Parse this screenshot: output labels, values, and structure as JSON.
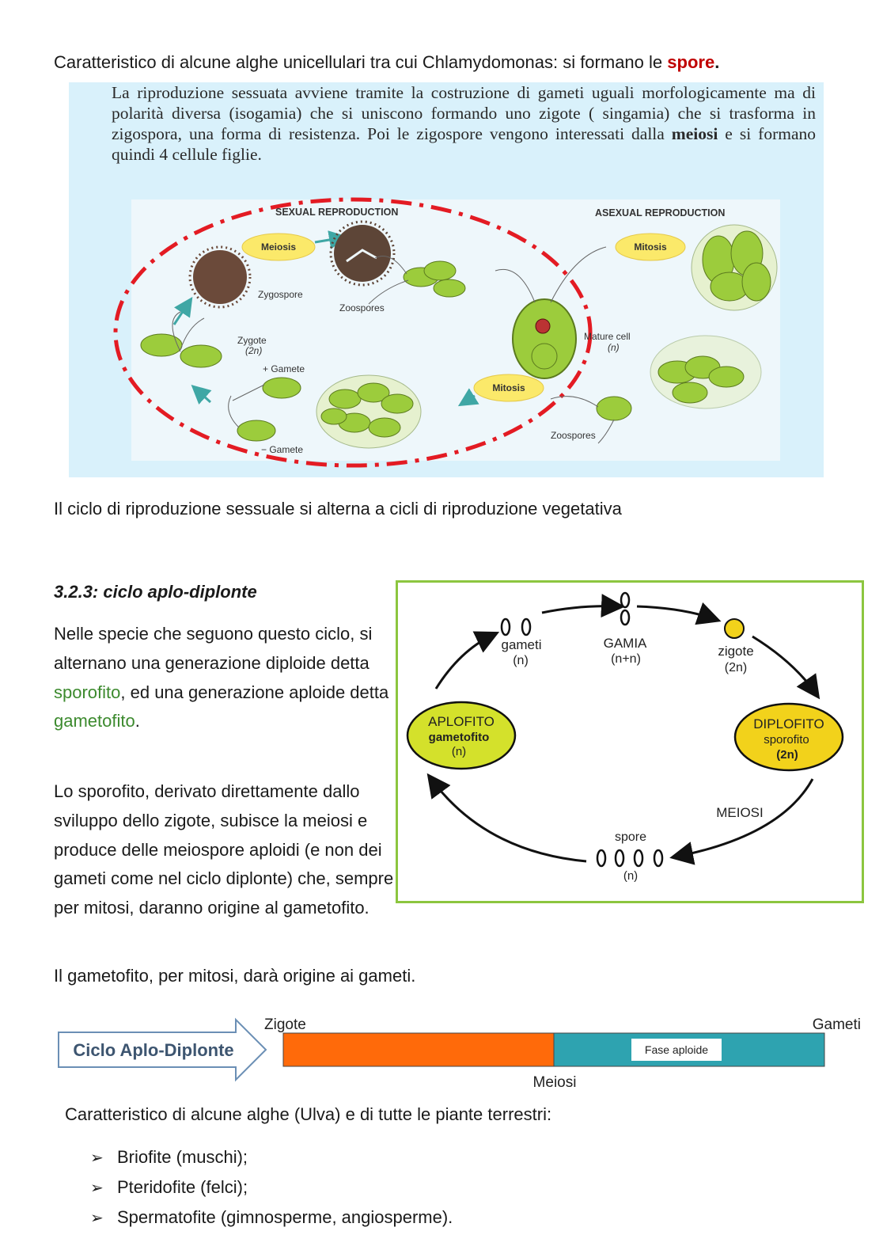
{
  "intro": {
    "prefix": "Caratteristico di alcune alghe unicellulari tra cui Chlamydomonas: si formano le ",
    "highlight": "spore",
    "suffix": "."
  },
  "chlamy": {
    "text_parts": [
      "La riproduzione sessuata avviene tramite la costruzione di gameti uguali morfologicamente ma di polarità diversa (isogamia) che si uniscono formando uno zigote ( singamia) che si trasforma in zigospora, una forma di resistenza. Poi le zigospore vengono interessati dalla ",
      "meiosi",
      " e si formano quindi 4 cellule figlie."
    ],
    "labels": {
      "sexual": "SEXUAL REPRODUCTION",
      "asexual": "ASEXUAL REPRODUCTION",
      "meiosis": "Meiosis",
      "mitosis_top": "Mitosis",
      "mitosis_bottom": "Mitosis",
      "zygospore": "Zygospore",
      "zoospores_left": "Zoospores",
      "zoospores_right": "Zoospores",
      "zygote": "Zygote",
      "zygote_ploidy": "(2n)",
      "plus_gamete": "+ Gamete",
      "minus_gamete": "− Gamete",
      "mature_cell": "Mature cell",
      "mature_ploidy": "(n)"
    },
    "colors": {
      "dash_ring": "#e31b23",
      "cell": "#9ccc3c",
      "bubble": "#fbe96a",
      "background": "#d9f1fb"
    }
  },
  "para2": "Il ciclo di riproduzione sessuale si alterna a cicli di riproduzione vegetativa",
  "section": {
    "title": "3.2.3: ciclo aplo-diplonte",
    "p1_parts": [
      "Nelle specie che seguono questo ciclo, si alternano una generazione diploide detta ",
      "sporofito",
      ", ed una generazione aploide detta ",
      "gametofito",
      "."
    ],
    "p2": "Lo sporofito, derivato direttamente dallo sviluppo dello zigote, subisce la meiosi e produce delle meiospore aploidi (e non dei gameti come nel ciclo diplonte) che, sempre per mitosi, daranno origine al gametofito.",
    "p3": "Il gametofito, per mitosi, darà origine ai gameti."
  },
  "cycle": {
    "gameti": "gameti",
    "gameti_ploidy": "(n)",
    "gamia": "GAMIA",
    "gamia_ploidy": "(n+n)",
    "zigote": "zigote",
    "zigote_ploidy": "(2n)",
    "aplofito": "APLOFITO",
    "aplofito_sub": "gametofito",
    "aplofito_ploidy": "(n)",
    "diplofito": "DIPLOFITO",
    "diplofito_sub": "sporofito",
    "diplofito_ploidy": "(2n)",
    "meiosi": "MEIOSI",
    "spore": "spore",
    "spore_ploidy": "(n)",
    "colors": {
      "aplofito": "#d4e12b",
      "diplofito": "#f2d21b",
      "zigote_dot": "#f2d21b",
      "border": "#8cc63f"
    }
  },
  "timeline": {
    "label": "Ciclo Aplo-Diplonte",
    "start": "Zigote",
    "end": "Gameti",
    "middle": "Meiosi",
    "phase": "Fase aploide",
    "colors": {
      "diploid": "#ff6a0a",
      "haploid": "#2ea3b0"
    }
  },
  "para4": "Caratteristico di alcune alghe (Ulva) e di tutte le piante terrestri:",
  "list": [
    "Briofite (muschi);",
    "Pteridofite (felci);",
    "Spermatofite (gimnosperme, angiosperme)."
  ],
  "list_marker": "➢"
}
